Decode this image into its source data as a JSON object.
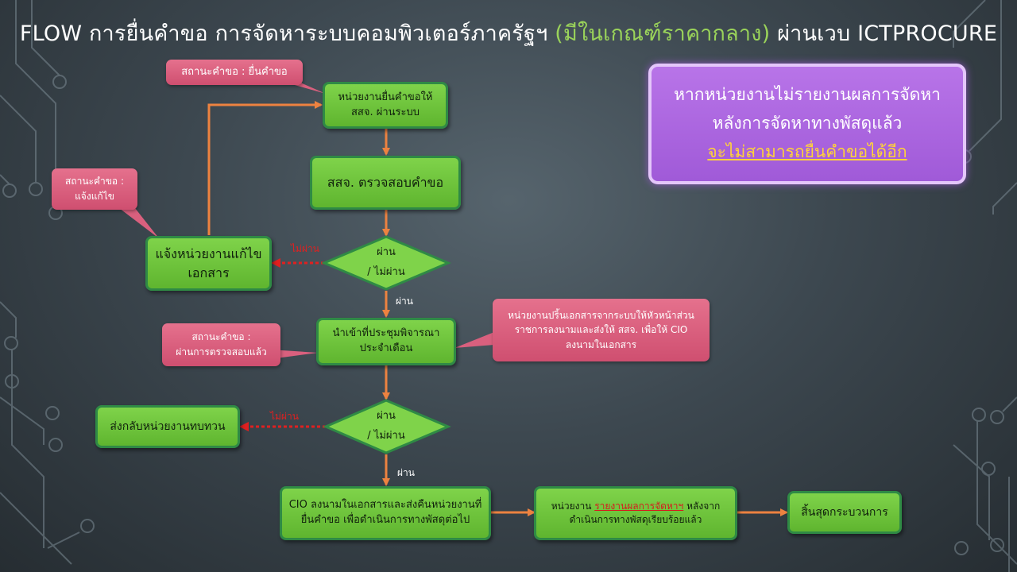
{
  "title": {
    "part1": "FLOW การยื่นคำขอ  การจัดหาระบบคอมพิวเตอร์ภาครัฐฯ ",
    "part2": "(มีในเกณฑ์ราคากลาง)",
    "part3": " ผ่านเวบ ICTPROCURE"
  },
  "nodes": {
    "submit": [
      "หน่วยงานยื่นคำขอให้",
      "สสจ. ผ่านระบบ"
    ],
    "check": "สสจ. ตรวจสอบคำขอ",
    "notify_fix": [
      "แจ้งหน่วยงานแก้ไข",
      "เอกสาร"
    ],
    "meeting": [
      "นำเข้าที่ประชุมพิจารณา",
      "ประจำเดือน"
    ],
    "return_review": "ส่งกลับหน่วยงานทบทวน",
    "cio_sign": [
      "CIO ลงนามในเอกสารและส่งคืนหน่วยงานที่",
      "ยื่นคำขอ เพื่อดำเนินการทางพัสดุต่อไป"
    ],
    "report": {
      "pre": "หน่วยงาน ",
      "link": "รายงานผลการจัดหาฯ",
      "post": " หลังจาก",
      "line2": "ดำเนินการทางพัสดุเรียบร้อยแล้ว"
    },
    "end": "สิ้นสุดกระบวนการ"
  },
  "decisions": {
    "d1": [
      "ผ่าน",
      "/ ไม่ผ่าน"
    ],
    "d2": [
      "ผ่าน",
      "/ ไม่ผ่าน"
    ]
  },
  "labels": {
    "fail1": "ไม่ผ่าน",
    "pass1": "ผ่าน",
    "fail2": "ไม่ผ่าน",
    "pass2": "ผ่าน"
  },
  "callouts": {
    "status_submit": "สถานะคำขอ : ยื่นคำขอ",
    "status_fix": [
      "สถานะคำขอ :",
      "แจ้งแก้ไข"
    ],
    "status_checked": [
      "สถานะคำขอ :",
      "ผ่านการตรวจสอบแล้ว"
    ],
    "print_doc": [
      "หน่วยงานปริ้นเอกสารจากระบบให้หัวหน้าส่วน",
      "ราชการลงนามและส่งให้ สสจ. เพื่อให้ CIO",
      "ลงนามในเอกสาร"
    ]
  },
  "notice": {
    "line1": "หากหน่วยงานไม่รายงานผลการจัดหา",
    "line2": "หลังการจัดหาทางพัสดุแล้ว",
    "line3": "จะไม่สามารถยื่นคำขอได้อีก"
  },
  "colors": {
    "node_green": "#6ac43a",
    "node_border": "#2f8a45",
    "callout_pink": "#d9607e",
    "arrow_orange": "#ed8240",
    "fail_red": "#e02020",
    "notice_purple": "#a865de",
    "notice_emph": "#ffd23a"
  }
}
